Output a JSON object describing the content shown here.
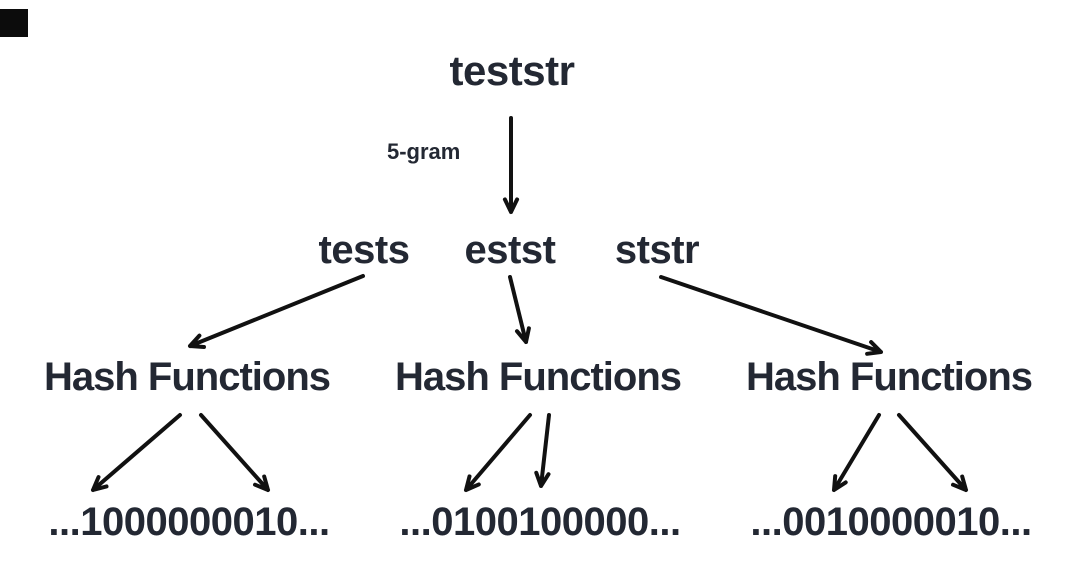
{
  "page": {
    "background": "#ffffff",
    "text_color": "#232833",
    "arrow_color": "#111111"
  },
  "corner_marker": {
    "visible": true,
    "color": "#0c0c0c"
  },
  "diagram": {
    "root": {
      "label": "teststr"
    },
    "edge_label": "5-gram",
    "ngrams": [
      {
        "label": "tests"
      },
      {
        "label": "estst"
      },
      {
        "label": "ststr"
      }
    ],
    "hash_nodes": [
      {
        "label": "Hash Functions"
      },
      {
        "label": "Hash Functions"
      },
      {
        "label": "Hash Functions"
      }
    ],
    "bit_arrays": [
      {
        "label": "...1000000010..."
      },
      {
        "label": "...0100100000..."
      },
      {
        "label": "...0010000010..."
      }
    ],
    "edges": [
      {
        "from": "teststr",
        "to": "ngram-row",
        "label": "5-gram"
      },
      {
        "from": "tests",
        "to": "hash-functions-1"
      },
      {
        "from": "estst",
        "to": "hash-functions-2"
      },
      {
        "from": "ststr",
        "to": "hash-functions-3"
      },
      {
        "from": "hash-functions-1",
        "to": "bit-array-1",
        "count": 2
      },
      {
        "from": "hash-functions-2",
        "to": "bit-array-2",
        "count": 2
      },
      {
        "from": "hash-functions-3",
        "to": "bit-array-3",
        "count": 2
      }
    ]
  }
}
